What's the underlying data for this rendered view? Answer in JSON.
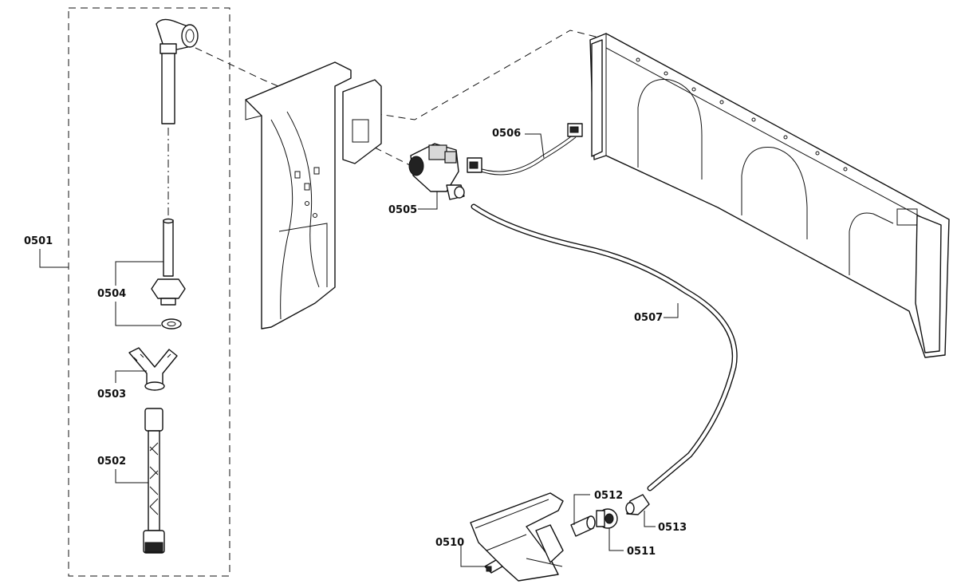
{
  "diagram": {
    "parts": [
      {
        "id": "p0501",
        "label": "0501"
      },
      {
        "id": "p0502",
        "label": "0502"
      },
      {
        "id": "p0503",
        "label": "0503"
      },
      {
        "id": "p0504",
        "label": "0504"
      },
      {
        "id": "p0505",
        "label": "0505"
      },
      {
        "id": "p0506",
        "label": "0506"
      },
      {
        "id": "p0507",
        "label": "0507"
      },
      {
        "id": "p0510",
        "label": "0510"
      },
      {
        "id": "p0511",
        "label": "0511"
      },
      {
        "id": "p0512",
        "label": "0512"
      },
      {
        "id": "p0513",
        "label": "0513"
      }
    ]
  }
}
